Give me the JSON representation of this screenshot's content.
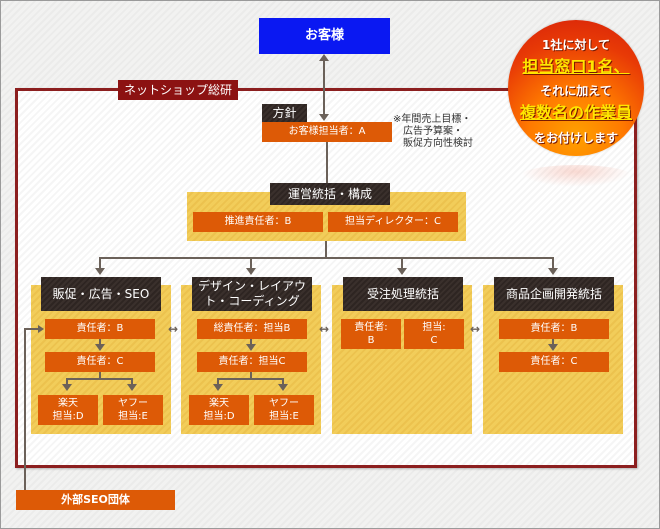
{
  "customer": {
    "label": "お客様",
    "color": "#0a18f2"
  },
  "frame": {
    "label": "ネットショップ総研",
    "border_color": "#8c1f1f"
  },
  "policy": {
    "tag": "方針",
    "manager": "お客様担当者：A"
  },
  "note": {
    "lines": [
      "※年間売上目標・",
      "広告予算案・",
      "販促方向性検討"
    ]
  },
  "badge": {
    "lines": [
      "1社に対して",
      "担当窓口1名、",
      "それに加えて",
      "複数名の作業員",
      "をお付けします"
    ]
  },
  "management": {
    "title": "運営統括・構成",
    "roles": [
      "推進責任者：B",
      "担当ディレクター：C"
    ]
  },
  "departments": [
    {
      "title": "販促・広告・SEO",
      "lead": "責任者：B",
      "sub": "責任者：C",
      "members": [
        [
          "楽天",
          "担当:D"
        ],
        [
          "ヤフー",
          "担当:E"
        ]
      ]
    },
    {
      "title": [
        "デザイン・レイアウ",
        "ト・コーディング"
      ],
      "lead": "総責任者：担当B",
      "sub": "責任者：担当C",
      "members": [
        [
          "楽天",
          "担当:D"
        ],
        [
          "ヤフー",
          "担当:E"
        ]
      ]
    },
    {
      "title": "受注処理統括",
      "roles": [
        [
          "責任者:",
          "B"
        ],
        [
          "担当:",
          "C"
        ]
      ]
    },
    {
      "title": "商品企画開発統括",
      "lead": "責任者：B",
      "sub": "責任者：C"
    }
  ],
  "external": {
    "label": "外部SEO団体"
  },
  "colors": {
    "orange": "#dd5a06",
    "dark": "#2e2522",
    "yellow": "#f2cd5a",
    "line": "#6b6159"
  }
}
